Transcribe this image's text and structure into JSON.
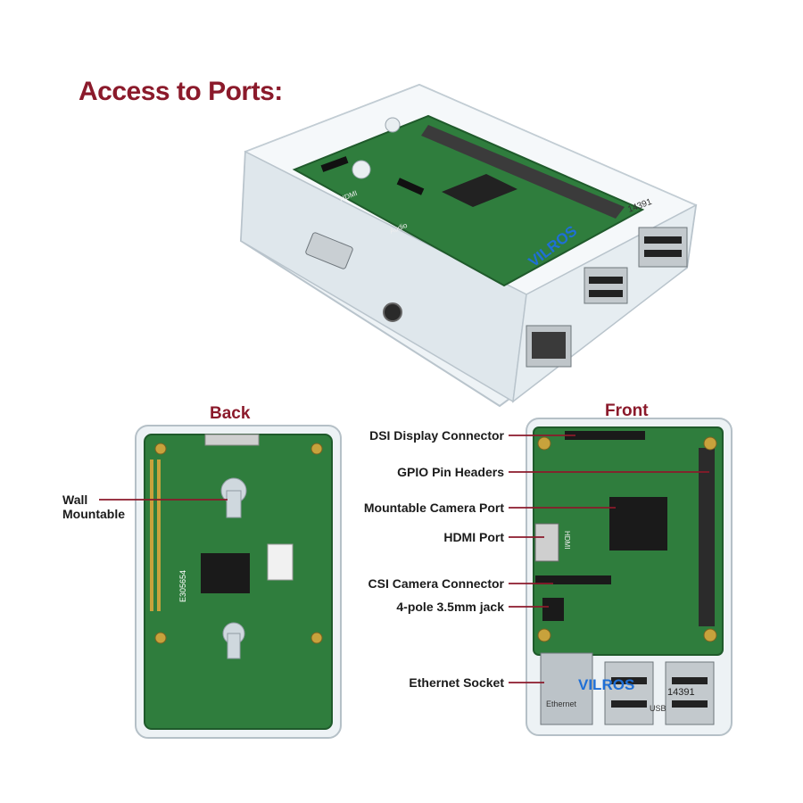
{
  "title": "Access to Ports:",
  "back_view": {
    "title": "Back",
    "callouts": [
      {
        "line1": "Wall",
        "line2": "Mountable"
      }
    ],
    "board_marks": [
      "E305654"
    ]
  },
  "front_view": {
    "title": "Front",
    "callouts": [
      "DSI Display Connector",
      "GPIO Pin Headers",
      "Mountable Camera Port",
      "HDMI Port",
      "CSI Camera Connector",
      "4-pole 3.5mm jack",
      "Ethernet Socket"
    ],
    "board_marks": {
      "brand": "VILROS",
      "serial": "14391",
      "ethernet": "Ethernet",
      "usb": "USB",
      "hdmi": "HDMI"
    }
  },
  "case_marks": {
    "brand": "VILROS",
    "serial": "14391",
    "hdmi": "HDMI",
    "audio": "Audio"
  },
  "colors": {
    "title": "#8b1a2b",
    "leader_line": "#8b1a2b",
    "board_green": "#2f7d3d",
    "board_dark": "#1f5a2b",
    "case_clear": "#e8eef2",
    "brand_blue": "#1f6fd6"
  }
}
